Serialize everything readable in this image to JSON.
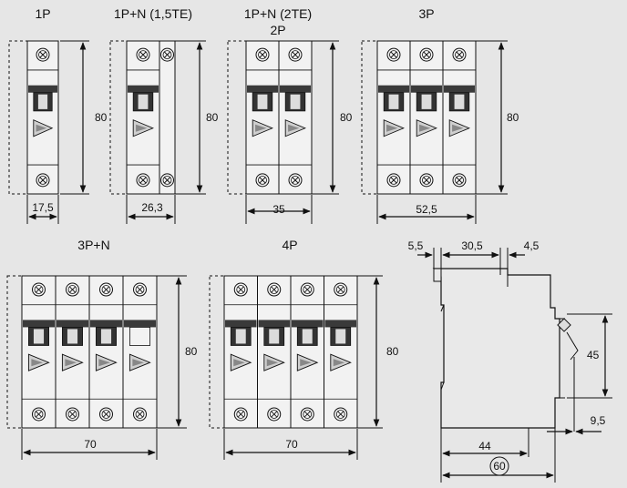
{
  "titles": {
    "p1": "1P",
    "p1n15": "1P+N (1,5TE)",
    "p1n2": "1P+N (2TE)",
    "p2": "2P",
    "p3": "3P",
    "p3n": "3P+N",
    "p4": "4P"
  },
  "dims": {
    "height": "80",
    "w1p": "17,5",
    "w1n15": "26,3",
    "w2": "35",
    "w3": "52,5",
    "w3n": "70",
    "w4": "70",
    "side_top_left": "5,5",
    "side_top_mid": "30,5",
    "side_top_right": "4,5",
    "side_h": "45",
    "side_right": "9,5",
    "side_bottom1": "44",
    "side_bottom2": "60"
  }
}
